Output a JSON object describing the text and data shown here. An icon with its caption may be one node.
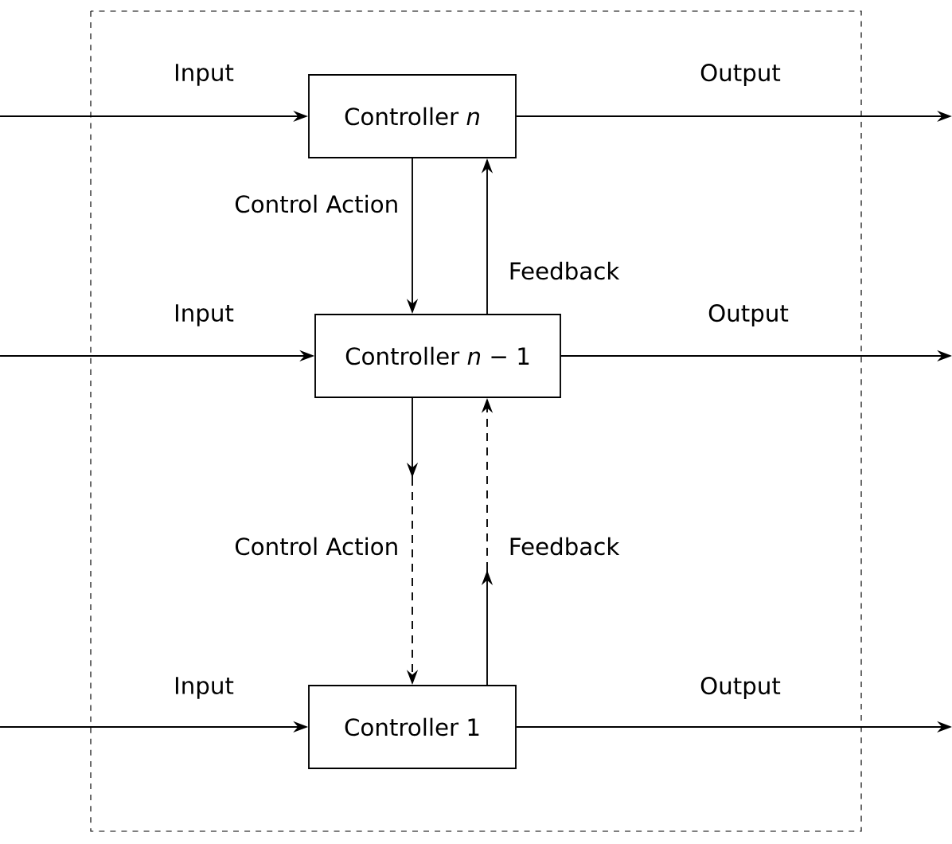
{
  "diagram": {
    "nodes": [
      {
        "text": [
          "Controller *n*"
        ]
      },
      {
        "text": [
          "Controller *n* − 1"
        ]
      },
      {
        "text": [
          "Controller 1"
        ]
      }
    ],
    "edges": [
      {
        "from": null,
        "to": 0,
        "arrow": "to",
        "label": "Input"
      },
      {
        "from": 0,
        "to": null,
        "arrow": "to",
        "label": "Output"
      },
      {
        "from": null,
        "to": 1,
        "arrow": "to",
        "label": "Input"
      },
      {
        "from": 1,
        "to": null,
        "arrow": "to",
        "label": "Output"
      },
      {
        "from": null,
        "to": 2,
        "arrow": "to",
        "label": "Input"
      },
      {
        "from": 2,
        "to": null,
        "arrow": "to",
        "label": "Output"
      },
      {
        "from": 0,
        "to": 1,
        "arrow": "to",
        "label": "Control Action"
      },
      {
        "from": 1,
        "to": 0,
        "arrow": "to",
        "label": "Feedback"
      },
      {
        "from": 1,
        "to": 2,
        "arrow": "to",
        "label": "Control Action",
        "style": "dashed"
      },
      {
        "from": 2,
        "to": 1,
        "arrow": "to",
        "label": "Feedback",
        "style": "dashed"
      }
    ]
  }
}
